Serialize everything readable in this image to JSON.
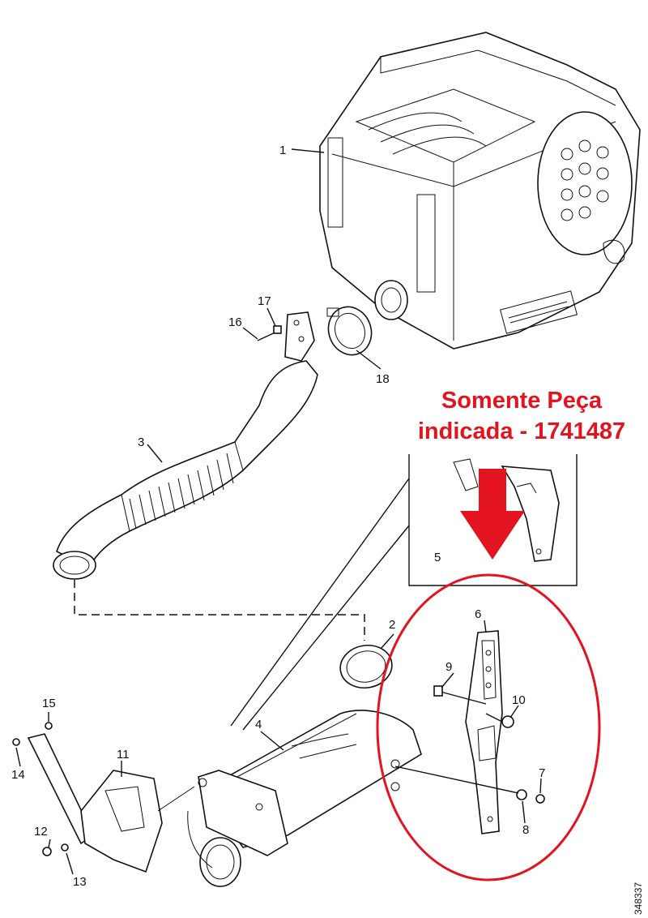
{
  "note": {
    "line1": "Somente Peça",
    "line2": "indicada - 1741487",
    "color": "#e3141f"
  },
  "callouts": {
    "c1": "1",
    "c2": "2",
    "c3": "3",
    "c4": "4",
    "c5": "5",
    "c6": "6",
    "c7": "7",
    "c8": "8",
    "c9": "9",
    "c10": "10",
    "c11": "11",
    "c12": "12",
    "c13": "13",
    "c14": "14",
    "c15": "15",
    "c16": "16",
    "c17": "17",
    "c18": "18"
  },
  "reference_code": "348337"
}
